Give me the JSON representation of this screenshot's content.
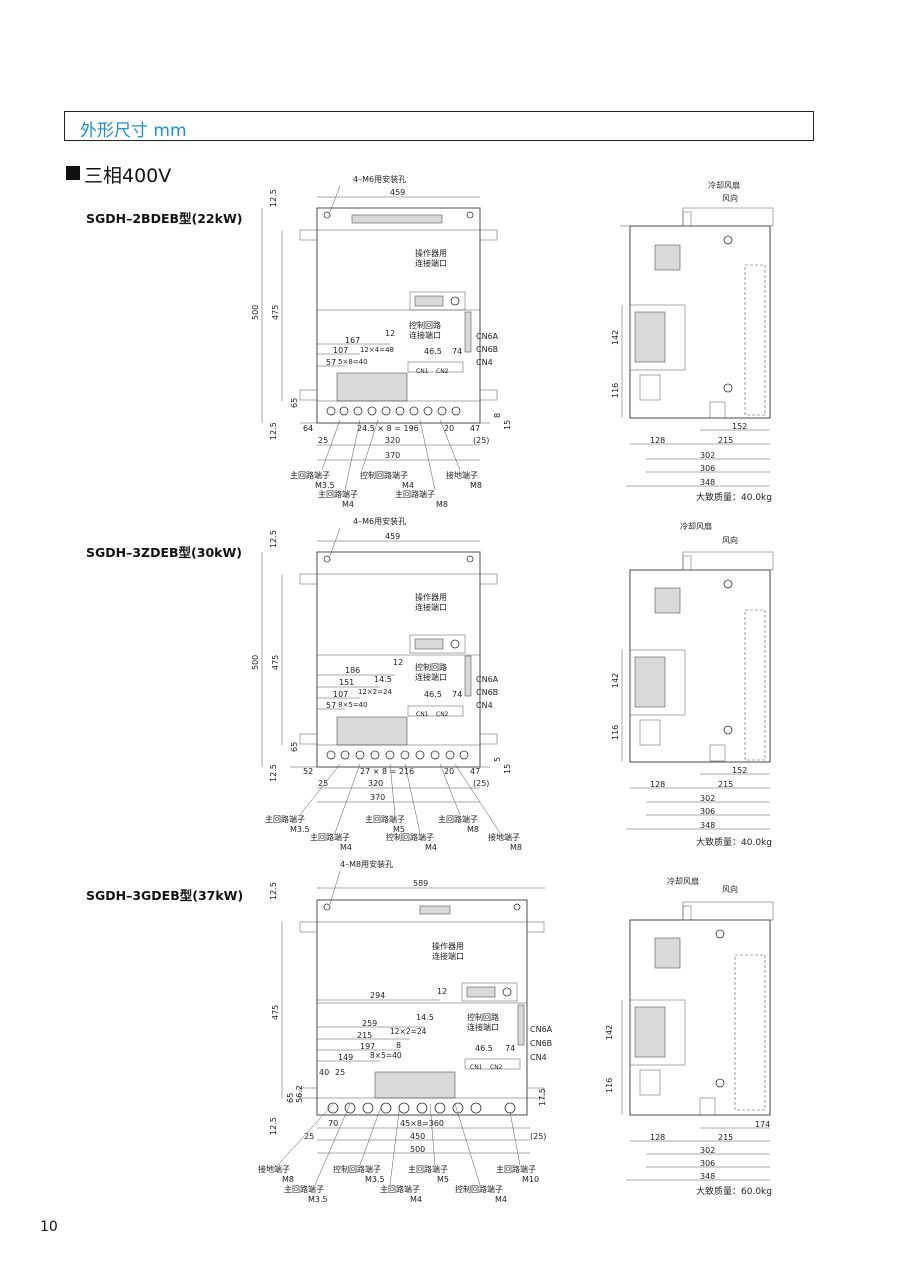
{
  "header": {
    "title": "外形尺寸 mm"
  },
  "section": {
    "title": "三相400V"
  },
  "page_number": "10",
  "models": [
    {
      "name": "SGDH–2BDEB型(22kW)",
      "front": {
        "hole": "4–M6用安装孔",
        "width": "459",
        "dim_top": "12.5",
        "dim_height": "500",
        "dim_inner": "475",
        "dim_bottom": "65",
        "dim_bottom2": "12.5",
        "port_op": [
          "操作器用",
          "连接端口"
        ],
        "port_ctrl": [
          "控制回路",
          "连接端口"
        ],
        "cn": [
          "CN6A",
          "CN6B",
          "CN4"
        ],
        "cn_small": [
          "CN1",
          "CN2"
        ],
        "d_46": "46.5",
        "d_74": "74",
        "rows": [
          {
            "v": "167"
          },
          {
            "v": "12"
          },
          {
            "v": "107"
          },
          {
            "v": "12×4=48"
          },
          {
            "v": "57"
          },
          {
            "v": "5×8=40"
          }
        ],
        "bottom": {
          "left": "64",
          "pitch": "24.5 × 8 = 196",
          "r20": "20",
          "r47": "47",
          "r8": "8",
          "r15": "15",
          "d25": "25",
          "d320": "320",
          "p25": "(25)",
          "d370": "370"
        },
        "labels": [
          [
            "主回路端子",
            "M3.5"
          ],
          [
            "控制回路端子",
            "M4"
          ],
          [
            "接地端子",
            "M8"
          ],
          [
            "主回路端子",
            "M4"
          ],
          [
            "主回路端子",
            "M8"
          ]
        ]
      },
      "side": {
        "cool": "冷却风扇",
        "wind": "风向",
        "d142": "142",
        "d116": "116",
        "d152": "152",
        "d128": "128",
        "d215": "215",
        "d302": "302",
        "d306": "306",
        "d348": "348",
        "mass": "大致质量：40.0kg"
      }
    },
    {
      "name": "SGDH–3ZDEB型(30kW)",
      "front": {
        "hole": "4–M6用安装孔",
        "width": "459",
        "dim_top": "12.5",
        "dim_height": "500",
        "dim_inner": "475",
        "dim_bottom": "65",
        "dim_bottom2": "12.5",
        "port_op": [
          "操作器用",
          "连接端口"
        ],
        "port_ctrl": [
          "控制回路",
          "连接端口"
        ],
        "cn": [
          "CN6A",
          "CN6B",
          "CN4"
        ],
        "cn_small": [
          "CN1",
          "CN2"
        ],
        "d_46": "46.5",
        "d_74": "74",
        "rows": [
          {
            "v": "186"
          },
          {
            "v": "12"
          },
          {
            "v": "151"
          },
          {
            "v": "14.5"
          },
          {
            "v": "107"
          },
          {
            "v": "12×2=24"
          },
          {
            "v": "57"
          },
          {
            "v": "8×5=40"
          }
        ],
        "bottom": {
          "left": "52",
          "pitch": "27 × 8 = 216",
          "r20": "20",
          "r47": "47",
          "r8": "5",
          "r15": "15",
          "d25": "25",
          "d320": "320",
          "p25": "(25)",
          "d370": "370"
        },
        "labels": [
          [
            "主回路端子",
            "M3.5"
          ],
          [
            "主回路端子",
            "M4"
          ],
          [
            "主回路端子",
            "M5"
          ],
          [
            "控制回路端子",
            "M4"
          ],
          [
            "主回路端子",
            "M8"
          ],
          [
            "接地端子",
            "M8"
          ]
        ]
      },
      "side": {
        "cool": "冷却风扇",
        "wind": "风向",
        "d142": "142",
        "d116": "116",
        "d152": "152",
        "d128": "128",
        "d215": "215",
        "d302": "302",
        "d306": "306",
        "d348": "348",
        "mass": "大致质量：40.0kg"
      }
    },
    {
      "name": "SGDH–3GDEB型(37kW)",
      "front": {
        "hole": "4–M8用安装孔",
        "width": "589",
        "dim_top": "12.5",
        "dim_inner": "475",
        "dim_bottom": "65",
        "dim_56": "56.2",
        "dim_bottom2": "12.5",
        "dim_175": "17.5",
        "port_op": [
          "操作器用",
          "连接端口"
        ],
        "port_ctrl": [
          "控制回路",
          "连接端口"
        ],
        "cn": [
          "CN6A",
          "CN6B",
          "CN4"
        ],
        "cn_small": [
          "CN1",
          "CN2"
        ],
        "d_46": "46.5",
        "d_74": "74",
        "rows": [
          {
            "v": "294"
          },
          {
            "v": "12"
          },
          {
            "v": "259"
          },
          {
            "v": "14.5"
          },
          {
            "v": "215"
          },
          {
            "v": "12×2=24"
          },
          {
            "v": "197"
          },
          {
            "v": "8"
          },
          {
            "v": "149"
          },
          {
            "v": "8×5=40"
          },
          {
            "v": "40"
          },
          {
            "v": "25"
          }
        ],
        "bottom": {
          "d25": "25",
          "d70": "70",
          "pitch": "45×8=360",
          "d450": "450",
          "d500": "500",
          "p25": "(25)"
        },
        "labels": [
          [
            "接地端子",
            "M8"
          ],
          [
            "主回路端子",
            "M3.5"
          ],
          [
            "控制回路端子",
            "M3.5"
          ],
          [
            "主回路端子",
            "M4"
          ],
          [
            "主回路端子",
            "M5"
          ],
          [
            "控制回路端子",
            "M4"
          ],
          [
            "主回路端子",
            "M10"
          ]
        ]
      },
      "side": {
        "cool": "冷却风扇",
        "wind": "风向",
        "d142": "142",
        "d116": "116",
        "d174": "174",
        "d128": "128",
        "d215": "215",
        "d302": "302",
        "d306": "306",
        "d348": "348",
        "mass": "大致质量：60.0kg"
      }
    }
  ]
}
